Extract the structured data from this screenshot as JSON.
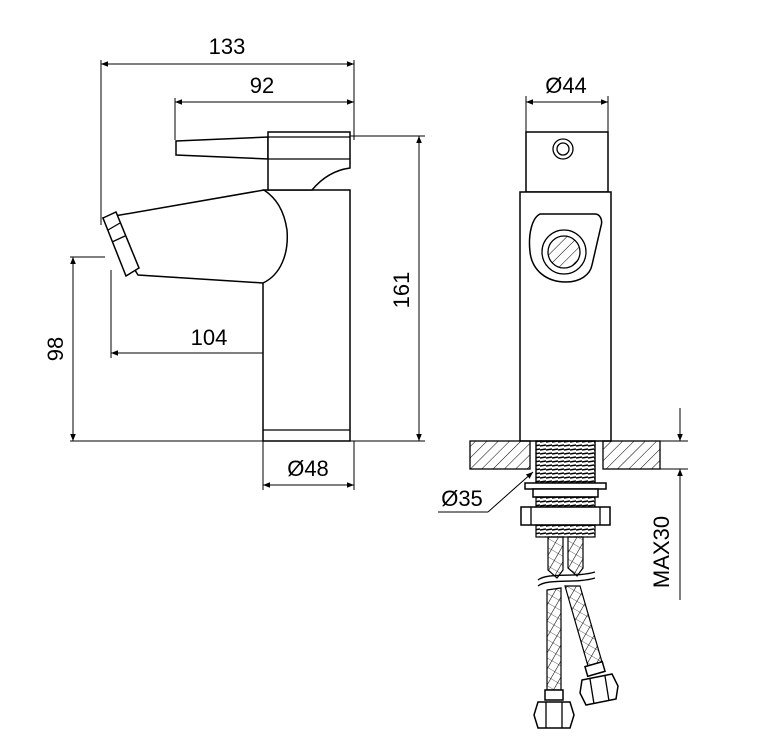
{
  "dimensions": {
    "overall_width": "133",
    "handle_reach": "92",
    "total_height": "161",
    "spout_reach": "104",
    "spout_height": "98",
    "base_diameter": "Ø48",
    "body_diameter": "Ø44",
    "shank_diameter": "Ø35",
    "max_deck_thickness": "MAX30"
  },
  "colors": {
    "line": "#000000",
    "background": "#ffffff"
  }
}
